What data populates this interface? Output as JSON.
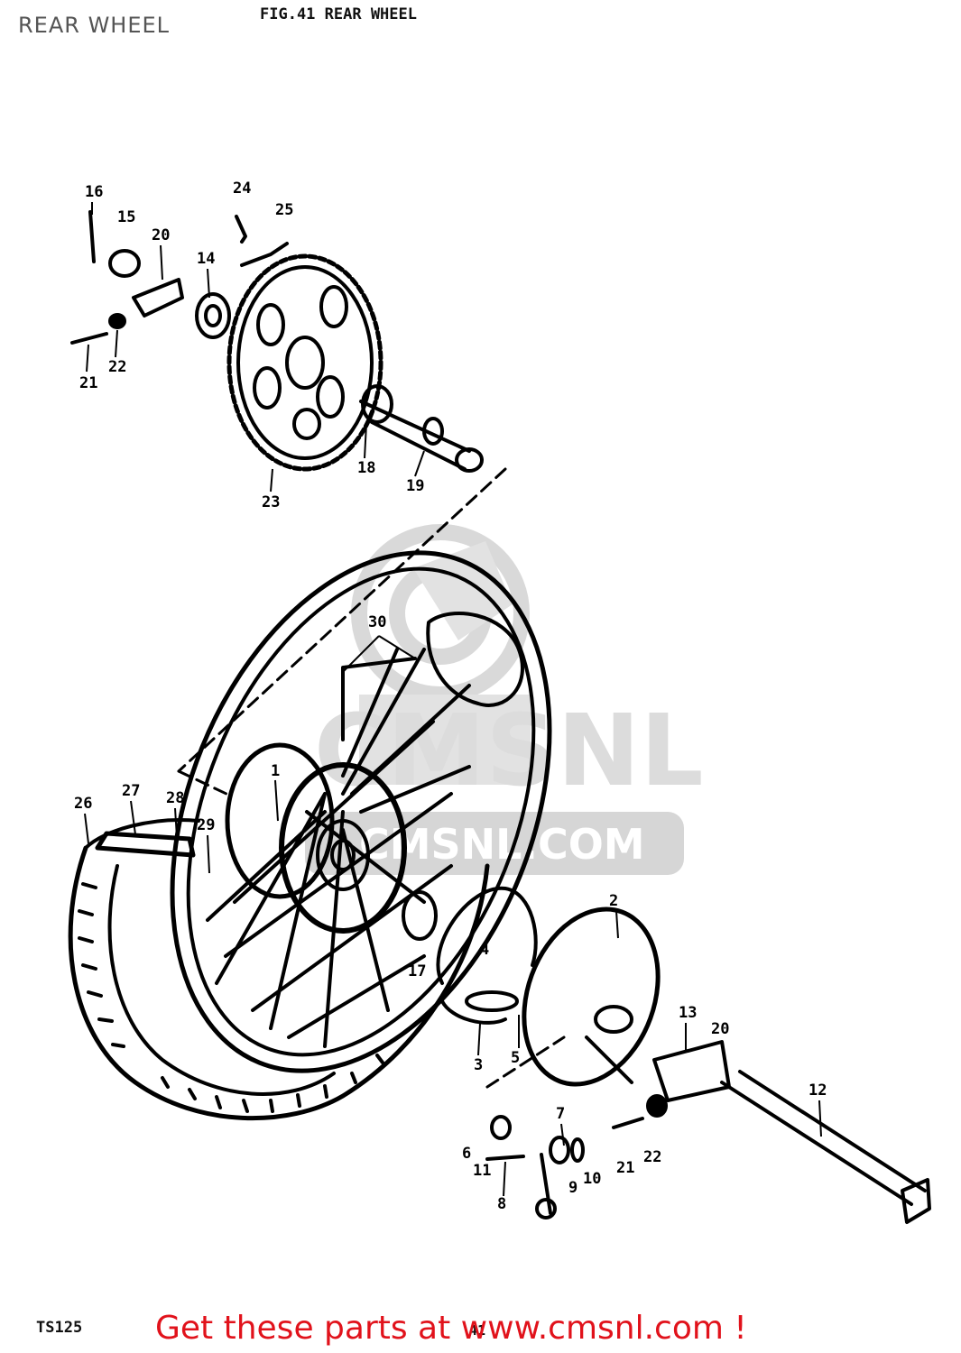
{
  "page": {
    "title": "REAR WHEEL",
    "figure_title": "FIG.41   REAR WHEEL",
    "model_code": "TS125",
    "page_number": "41",
    "cta_link": "Get these parts at www.cmsnl.com !",
    "cta_color": "#e1121b"
  },
  "watermark": {
    "text": "CMSNL.COM"
  },
  "callouts": [
    "1",
    "2",
    "3",
    "4",
    "5",
    "6",
    "7",
    "8",
    "9",
    "10",
    "11",
    "12",
    "13",
    "14",
    "15",
    "16",
    "17",
    "18",
    "19",
    "20",
    "20",
    "21",
    "21",
    "22",
    "22",
    "23",
    "24",
    "25",
    "26",
    "27",
    "28",
    "29",
    "30"
  ]
}
